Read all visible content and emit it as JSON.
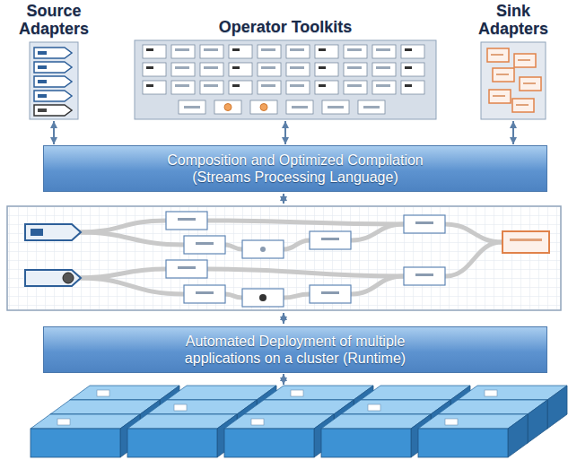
{
  "diagram": {
    "nodes": [
      {
        "text": [
          "Source Adapters"
        ]
      },
      {
        "text": [
          "Operator Toolkits"
        ]
      },
      {
        "text": [
          "Sink Adapters"
        ]
      },
      {
        "text": [
          "Composition and Optimized Compilation (Streams Processing Language)"
        ]
      },
      {
        "text": [
          "Automated Deployment of multiple applications on a cluster (Runtime)"
        ]
      }
    ],
    "edges": [
      {
        "from": 0,
        "to": 3,
        "arrow": "both"
      },
      {
        "from": 1,
        "to": 3,
        "arrow": "both"
      },
      {
        "from": 2,
        "to": 3,
        "arrow": "both"
      }
    ]
  }
}
